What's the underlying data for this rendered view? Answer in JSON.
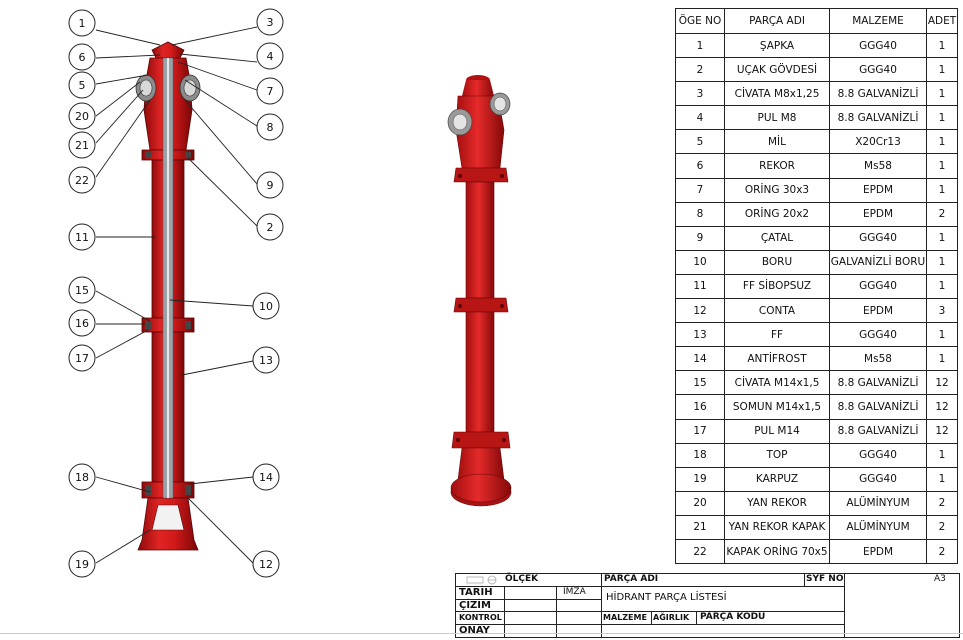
{
  "balloons": [
    {
      "id": "1",
      "label": "1"
    },
    {
      "id": "3",
      "label": "3"
    },
    {
      "id": "6",
      "label": "6"
    },
    {
      "id": "4",
      "label": "4"
    },
    {
      "id": "5",
      "label": "5"
    },
    {
      "id": "7",
      "label": "7"
    },
    {
      "id": "20",
      "label": "20"
    },
    {
      "id": "8",
      "label": "8"
    },
    {
      "id": "21",
      "label": "21"
    },
    {
      "id": "22",
      "label": "22"
    },
    {
      "id": "9",
      "label": "9"
    },
    {
      "id": "2",
      "label": "2"
    },
    {
      "id": "11",
      "label": "11"
    },
    {
      "id": "15",
      "label": "15"
    },
    {
      "id": "10",
      "label": "10"
    },
    {
      "id": "16",
      "label": "16"
    },
    {
      "id": "17",
      "label": "17"
    },
    {
      "id": "13",
      "label": "13"
    },
    {
      "id": "18",
      "label": "18"
    },
    {
      "id": "14",
      "label": "14"
    },
    {
      "id": "19",
      "label": "19"
    },
    {
      "id": "12",
      "label": "12"
    }
  ],
  "bom": {
    "headers": [
      "ÖGE NO",
      "PARÇA ADI",
      "MALZEME",
      "ADET"
    ],
    "rows": [
      [
        "1",
        "ŞAPKA",
        "GGG40",
        "1"
      ],
      [
        "2",
        "UÇAK GÖVDESİ",
        "GGG40",
        "1"
      ],
      [
        "3",
        "CİVATA M8x1,25",
        "8.8 GALVANİZLİ",
        "1"
      ],
      [
        "4",
        "PUL M8",
        "8.8 GALVANİZLİ",
        "1"
      ],
      [
        "5",
        "MİL",
        "X20Cr13",
        "1"
      ],
      [
        "6",
        "REKOR",
        "Ms58",
        "1"
      ],
      [
        "7",
        "ORİNG 30x3",
        "EPDM",
        "1"
      ],
      [
        "8",
        "ORİNG 20x2",
        "EPDM",
        "2"
      ],
      [
        "9",
        "ÇATAL",
        "GGG40",
        "1"
      ],
      [
        "10",
        "BORU",
        "GALVANİZLİ BORU",
        "1"
      ],
      [
        "11",
        "FF SİBOPSUZ",
        "GGG40",
        "1"
      ],
      [
        "12",
        "CONTA",
        "EPDM",
        "3"
      ],
      [
        "13",
        "FF",
        "GGG40",
        "1"
      ],
      [
        "14",
        "ANTİFROST",
        "Ms58",
        "1"
      ],
      [
        "15",
        "CİVATA M14x1,5",
        "8.8 GALVANİZLİ",
        "12"
      ],
      [
        "16",
        "SOMUN M14x1,5",
        "8.8 GALVANİZLİ",
        "12"
      ],
      [
        "17",
        "PUL M14",
        "8.8 GALVANİZLİ",
        "12"
      ],
      [
        "18",
        "TOP",
        "GGG40",
        "1"
      ],
      [
        "19",
        "KARPUZ",
        "GGG40",
        "1"
      ],
      [
        "20",
        "YAN REKOR",
        "ALÜMİNYUM",
        "2"
      ],
      [
        "21",
        "YAN REKOR KAPAK",
        "ALÜMİNYUM",
        "2"
      ],
      [
        "22",
        "KAPAK ORİNG 70x5",
        "EPDM",
        "2"
      ]
    ]
  },
  "titleblock": {
    "scale_label": "ÖLÇEK",
    "part_name_label": "PARÇA ADI",
    "sheet_no_label": "SYF NO",
    "sheet_size": "A3",
    "date_label": "TARİH",
    "signature_label": "İMZA",
    "part_name_value": "HİDRANT  PARÇA LİSTESİ",
    "drawn_label": "ÇİZİM",
    "control_label": "KONTROL",
    "material_label": "MALZEME",
    "weight_label": "AĞIRLIK",
    "part_code_label": "PARÇA KODU",
    "approval_label": "ONAY"
  },
  "colors": {
    "hydrant_red": "#d21a1a",
    "hydrant_dark": "#8e0a0a",
    "line": "#222222"
  }
}
